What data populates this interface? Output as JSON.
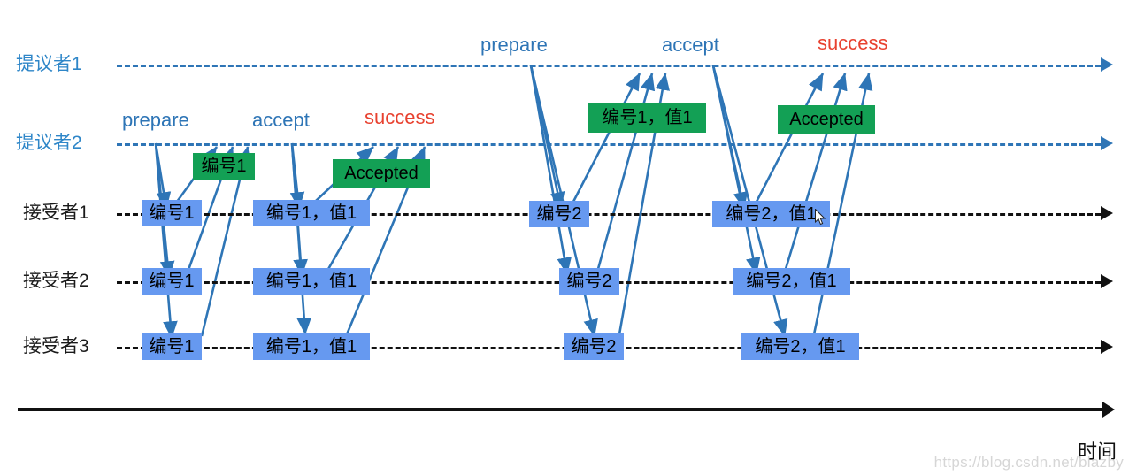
{
  "diagram": {
    "title": "Paxos protocol sequence diagram",
    "colors": {
      "proposer_label": "#2E86C8",
      "proposer_lifeline": "#2E75B6",
      "acceptor_lifeline": "#111111",
      "message_blue": "#6699F0",
      "message_green": "#13A055",
      "arrow": "#2E75B6",
      "success_red": "#E8412F",
      "axis": "#111111"
    },
    "lanes": [
      {
        "id": "proposer1",
        "label": "提议者1",
        "kind": "proposer"
      },
      {
        "id": "proposer2",
        "label": "提议者2",
        "kind": "proposer"
      },
      {
        "id": "acceptor1",
        "label": "接受者1",
        "kind": "acceptor"
      },
      {
        "id": "acceptor2",
        "label": "接受者2",
        "kind": "acceptor"
      },
      {
        "id": "acceptor3",
        "label": "接受者3",
        "kind": "acceptor"
      }
    ],
    "captions": [
      {
        "id": "prepare-1",
        "text": "prepare",
        "color": "blue"
      },
      {
        "id": "accept-1",
        "text": "accept",
        "color": "blue"
      },
      {
        "id": "success-1",
        "text": "success",
        "color": "red"
      },
      {
        "id": "prepare-2",
        "text": "prepare",
        "color": "blue"
      },
      {
        "id": "accept-2",
        "text": "accept",
        "color": "blue"
      },
      {
        "id": "success-2",
        "text": "success",
        "color": "red"
      }
    ],
    "messages": [
      {
        "id": "p2-prepare-reply",
        "text": "编号1",
        "style": "green",
        "lane": "between-p2-a1"
      },
      {
        "id": "a1-prepare-1",
        "text": "编号1",
        "style": "blue",
        "lane": "acceptor1"
      },
      {
        "id": "a2-prepare-1",
        "text": "编号1",
        "style": "blue",
        "lane": "acceptor2"
      },
      {
        "id": "a3-prepare-1",
        "text": "编号1",
        "style": "blue",
        "lane": "acceptor3"
      },
      {
        "id": "p2-accepted",
        "text": "Accepted",
        "style": "green",
        "lane": "between-p2-a1"
      },
      {
        "id": "a1-accept-1",
        "text": "编号1，值1",
        "style": "blue",
        "lane": "acceptor1"
      },
      {
        "id": "a2-accept-1",
        "text": "编号1，值1",
        "style": "blue",
        "lane": "acceptor2"
      },
      {
        "id": "a3-accept-1",
        "text": "编号1，值1",
        "style": "blue",
        "lane": "acceptor3"
      },
      {
        "id": "p1-prepare-reply",
        "text": "编号1，值1",
        "style": "green",
        "lane": "between-p1-p2"
      },
      {
        "id": "a1-prepare-2",
        "text": "编号2",
        "style": "blue",
        "lane": "acceptor1"
      },
      {
        "id": "a2-prepare-2",
        "text": "编号2",
        "style": "blue",
        "lane": "acceptor2"
      },
      {
        "id": "a3-prepare-2",
        "text": "编号2",
        "style": "blue",
        "lane": "acceptor3"
      },
      {
        "id": "p1-accepted",
        "text": "Accepted",
        "style": "green",
        "lane": "between-p1-p2"
      },
      {
        "id": "a1-accept-2",
        "text": "编号2，值1",
        "style": "blue",
        "lane": "acceptor1"
      },
      {
        "id": "a2-accept-2",
        "text": "编号2，值1",
        "style": "blue",
        "lane": "acceptor2"
      },
      {
        "id": "a3-accept-2",
        "text": "编号2，值1",
        "style": "blue",
        "lane": "acceptor3"
      }
    ],
    "axis": {
      "label": "时间"
    },
    "watermark": "https://blog.csdn.net/blazby"
  }
}
